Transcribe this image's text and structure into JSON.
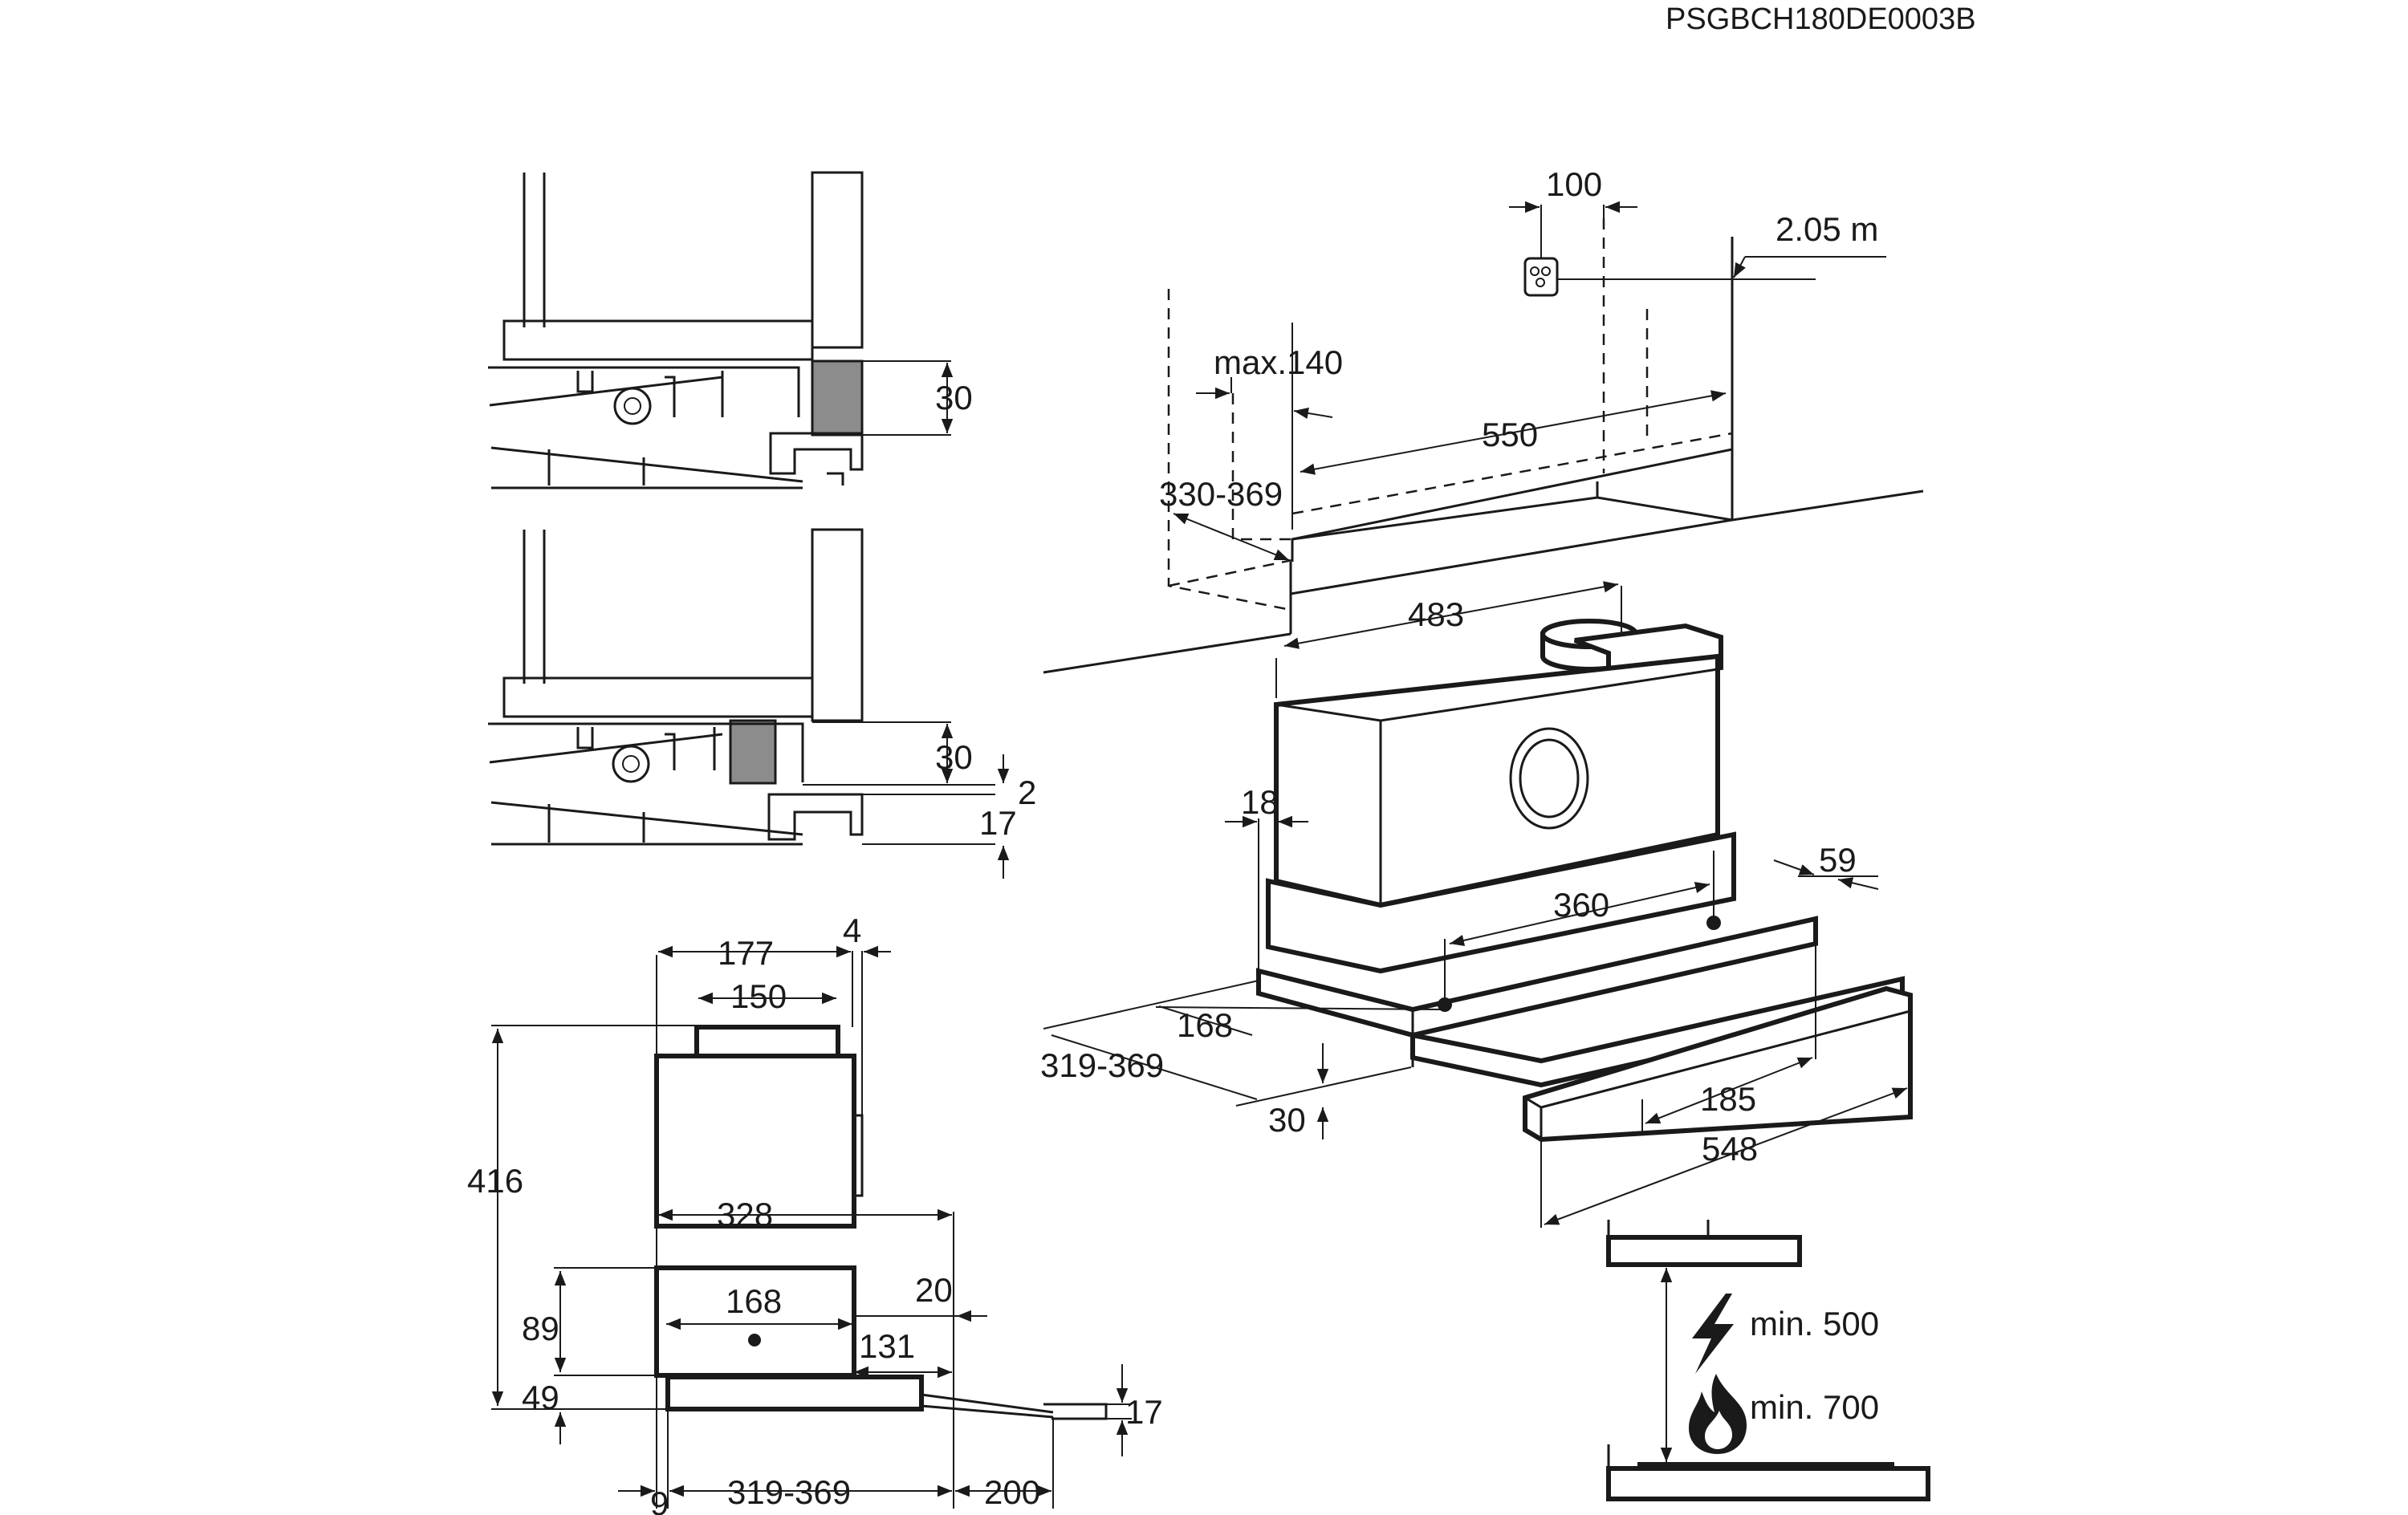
{
  "document_code": "PSGBCH180DE0003B",
  "detail_top": {
    "dim_height": "30"
  },
  "detail_middle": {
    "dim_height": "30",
    "dim_gap": "2",
    "dim_lip": "17"
  },
  "side_view": {
    "dim_top_width": "177",
    "dim_top_offset": "4",
    "dim_outlet_width": "150",
    "dim_total_height": "416",
    "dim_body_width": "328",
    "dim_lower_width": "168",
    "dim_step": "20",
    "dim_lower_height": "89",
    "dim_visor_height": "49",
    "dim_extension": "131",
    "dim_visor_thickness": "17",
    "dim_left_offset": "9",
    "dim_depth_range": "319-369",
    "dim_visor_depth": "200"
  },
  "install_view": {
    "dim_socket_offset": "100",
    "dim_socket_height": "2.05 m",
    "dim_max_recess": "max.140",
    "dim_cabinet_width": "550",
    "dim_cabinet_depth": "330-369"
  },
  "hood_view": {
    "dim_top_width": "483",
    "dim_side_offset": "18",
    "dim_hole_spacing": "360",
    "dim_hole_edge": "59",
    "dim_hole_depth": "168",
    "dim_depth_range": "319-369",
    "dim_front_height": "30",
    "dim_visor_inner": "185",
    "dim_visor_width": "548"
  },
  "clearance": {
    "electric_label": "min. 500",
    "gas_label": "min. 700",
    "electric_icon": "lightning-icon",
    "gas_icon": "flame-icon"
  }
}
